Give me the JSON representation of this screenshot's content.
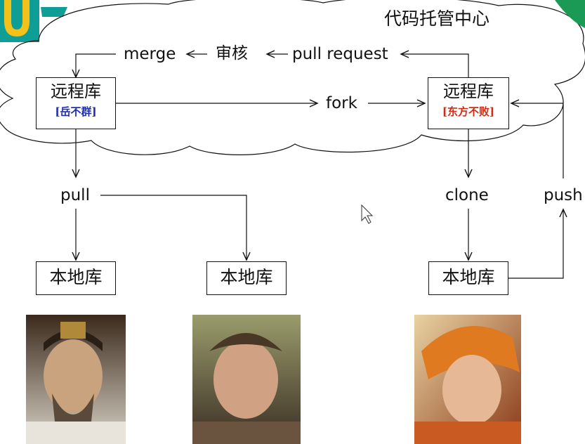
{
  "cloud": {
    "title": "代码托管中心"
  },
  "boxes": {
    "remote_left": {
      "label": "远程库",
      "owner": "[岳不群]",
      "owner_color": "#1f2fb0"
    },
    "remote_right": {
      "label": "远程库",
      "owner": "[东方不败]",
      "owner_color": "#d42a10"
    },
    "local_1": {
      "label": "本地库"
    },
    "local_2": {
      "label": "本地库"
    },
    "local_3": {
      "label": "本地库"
    }
  },
  "edges": {
    "merge": "merge",
    "review": "审核",
    "pull_request": "pull request",
    "fork": "fork",
    "pull": "pull",
    "clone": "clone",
    "push": "push"
  },
  "colors": {
    "logo_teal": "#0f9e95",
    "logo_yellow": "#f3c21a",
    "cloud_stroke": "#111111"
  }
}
